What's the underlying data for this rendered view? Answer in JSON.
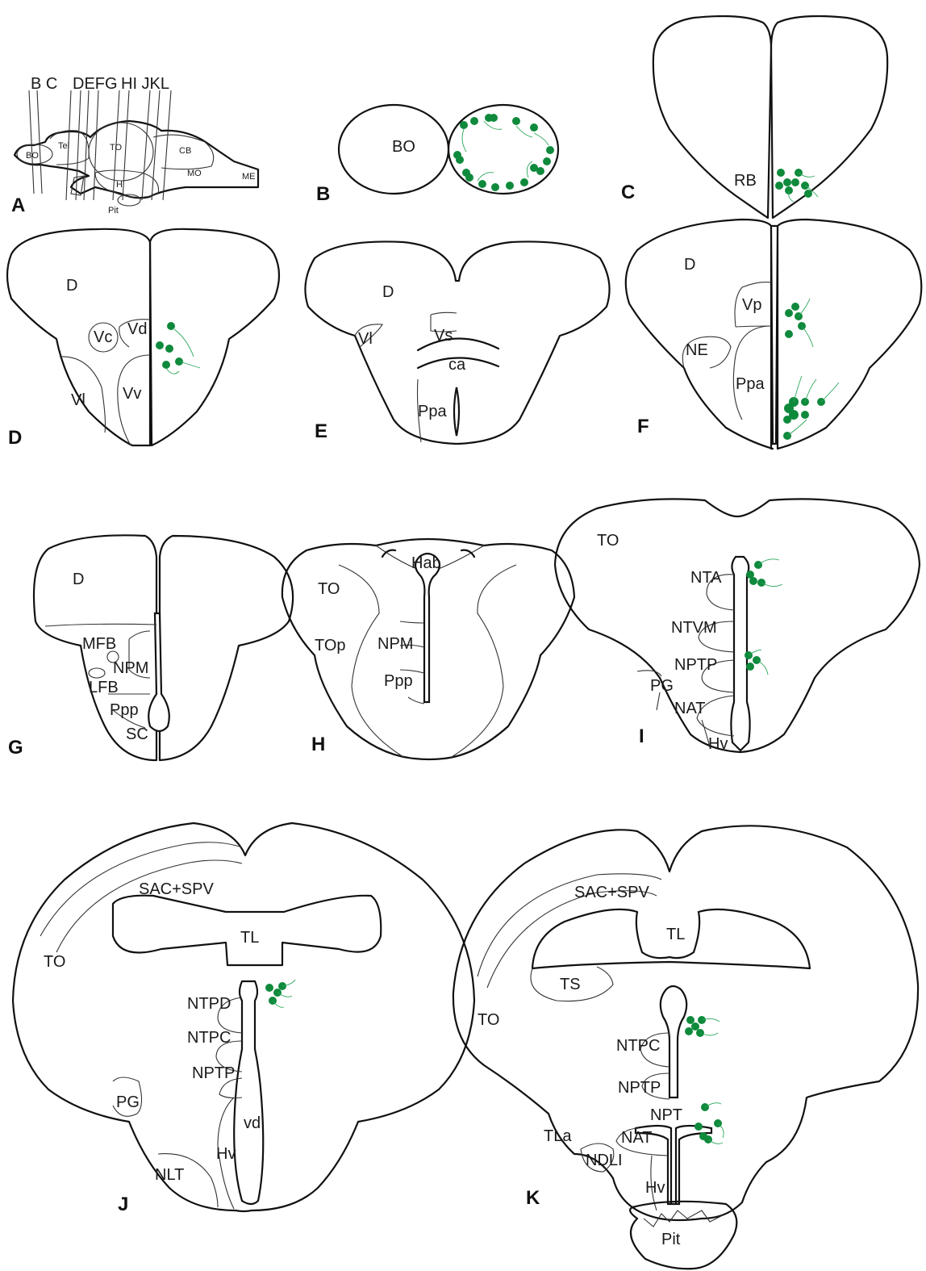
{
  "colors": {
    "cell_fill": "#0f8a3c",
    "fiber_stroke": "#2aa65a",
    "outline": "#111111"
  },
  "panels": {
    "A": {
      "letter": "A",
      "section_lines": [
        "B",
        "C",
        "D",
        "E",
        "F",
        "G",
        "H",
        "I",
        "J",
        "K",
        "L"
      ],
      "labels": {
        "BO": "BO",
        "Tel": "Tel",
        "TO": "TO",
        "CB": "CB",
        "MO": "MO",
        "ME": "ME",
        "H": "H",
        "Pit": "Pit"
      },
      "header": {
        "bc": "B C",
        "defg": "DEFG",
        "hijkl": "HI JKL"
      }
    },
    "B": {
      "letter": "B",
      "labels": {
        "BO": "BO"
      }
    },
    "C": {
      "letter": "C",
      "labels": {
        "RB": "RB"
      }
    },
    "D": {
      "letter": "D",
      "labels": {
        "D": "D",
        "Vd": "Vd",
        "Vc": "Vc",
        "Vl": "Vl",
        "Vv": "Vv"
      }
    },
    "E": {
      "letter": "E",
      "labels": {
        "D": "D",
        "Vs": "Vs",
        "ca": "ca",
        "Vl": "Vl",
        "Ppa": "Ppa"
      }
    },
    "F": {
      "letter": "F",
      "labels": {
        "D": "D",
        "Vp": "Vp",
        "NE": "NE",
        "Ppa": "Ppa"
      }
    },
    "G": {
      "letter": "G",
      "labels": {
        "D": "D",
        "MFB": "MFB",
        "NPM": "NPM",
        "LFB": "LFB",
        "Ppp": "Ppp",
        "SC": "SC"
      }
    },
    "H": {
      "letter": "H",
      "labels": {
        "Hab": "Hab",
        "TO": "TO",
        "TOp": "TOp",
        "NPM": "NPM",
        "Ppp": "Ppp"
      }
    },
    "I": {
      "letter": "I",
      "labels": {
        "TO": "TO",
        "NTA": "NTA",
        "NTVM": "NTVM",
        "NPTP": "NPTP",
        "PG": "PG",
        "NAT": "NAT",
        "Hv": "Hv"
      }
    },
    "J": {
      "letter": "J",
      "labels": {
        "SAC_SPV": "SAC+SPV",
        "TL": "TL",
        "TO": "TO",
        "NTPD": "NTPD",
        "NTPC": "NTPC",
        "NPTP": "NPTP",
        "PG": "PG",
        "vd": "vd",
        "Hv": "Hv",
        "NLT": "NLT"
      }
    },
    "K": {
      "letter": "K",
      "labels": {
        "SAC_SPV": "SAC+SPV",
        "TL": "TL",
        "TS": "TS",
        "TO": "TO",
        "NTPC": "NTPC",
        "NPTP": "NPTP",
        "NPT": "NPT",
        "TLa": "TLa",
        "NAT": "NAT",
        "NDLI": "NDLI",
        "Hv": "Hv",
        "Pit": "Pit"
      }
    }
  }
}
